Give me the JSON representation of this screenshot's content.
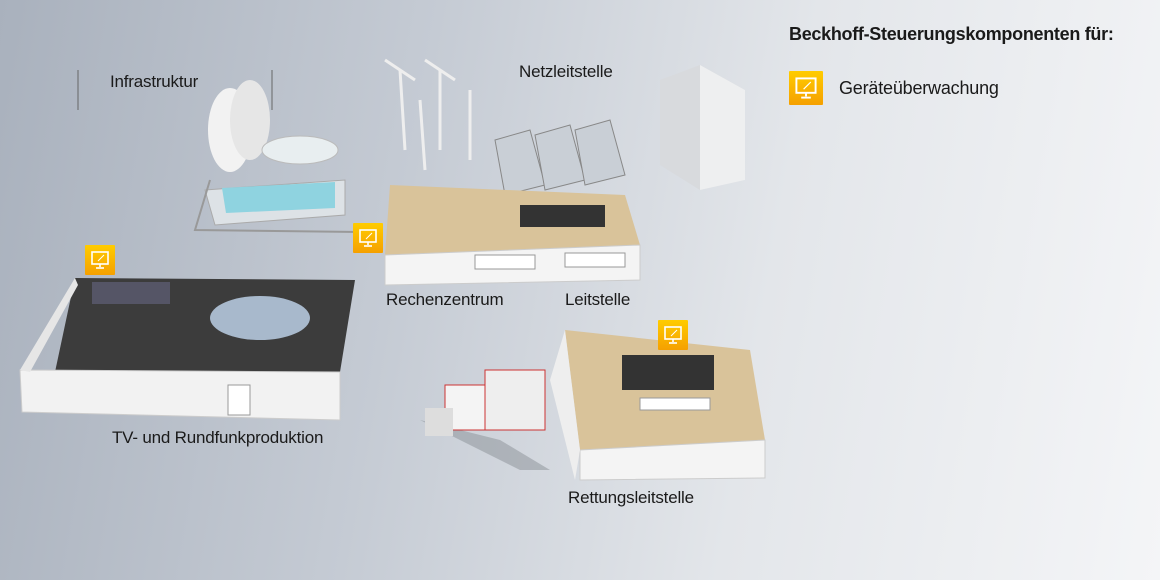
{
  "legend": {
    "title": "Beckhoff-Steuerungskomponenten für:",
    "items": [
      {
        "label": "Geräteüberwachung",
        "icon": "monitor-icon",
        "color": "#f5b800"
      }
    ]
  },
  "areas": {
    "infrastruktur": "Infrastruktur",
    "netzleitstelle": "Netzleitstelle",
    "rechenzentrum": "Rechenzentrum",
    "leitstelle": "Leitstelle",
    "tv": "TV- und Rundfunkproduktion",
    "rettung": "Rettungsleitstelle"
  }
}
